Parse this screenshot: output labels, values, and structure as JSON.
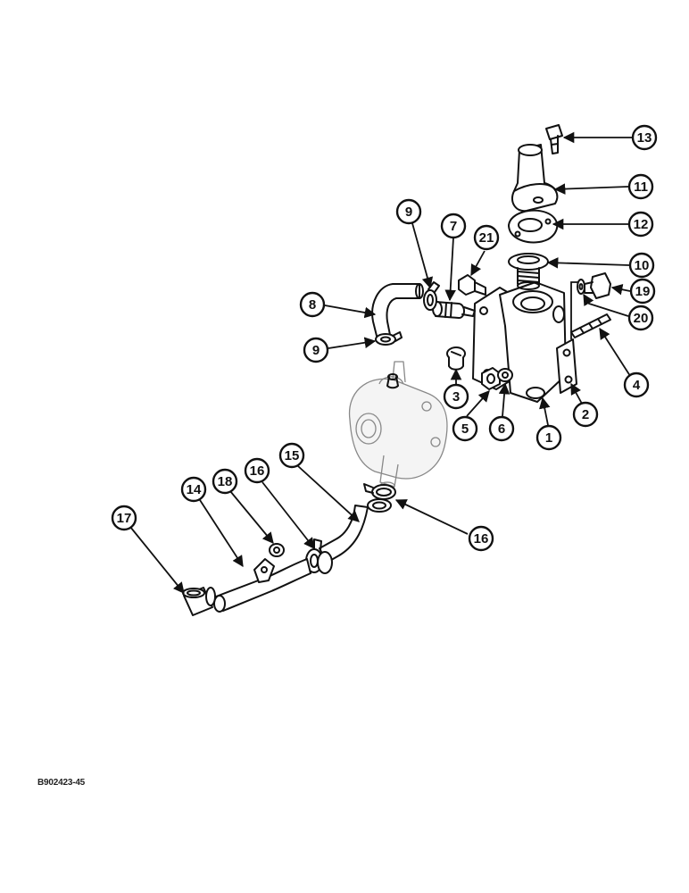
{
  "diagram": {
    "reference_code": "B902423-45",
    "callouts": [
      {
        "id": "c13",
        "label": "13"
      },
      {
        "id": "c11",
        "label": "11"
      },
      {
        "id": "c12",
        "label": "12"
      },
      {
        "id": "c10",
        "label": "10"
      },
      {
        "id": "c19",
        "label": "19"
      },
      {
        "id": "c20",
        "label": "20"
      },
      {
        "id": "c4",
        "label": "4"
      },
      {
        "id": "c2",
        "label": "2"
      },
      {
        "id": "c1",
        "label": "1"
      },
      {
        "id": "c6",
        "label": "6"
      },
      {
        "id": "c5",
        "label": "5"
      },
      {
        "id": "c3",
        "label": "3"
      },
      {
        "id": "c21",
        "label": "21"
      },
      {
        "id": "c7",
        "label": "7"
      },
      {
        "id": "c9a",
        "label": "9"
      },
      {
        "id": "c8",
        "label": "8"
      },
      {
        "id": "c9b",
        "label": "9"
      },
      {
        "id": "c15",
        "label": "15"
      },
      {
        "id": "c16a",
        "label": "16"
      },
      {
        "id": "c16b",
        "label": "16"
      },
      {
        "id": "c18",
        "label": "18"
      },
      {
        "id": "c14",
        "label": "14"
      },
      {
        "id": "c17",
        "label": "17"
      }
    ]
  }
}
